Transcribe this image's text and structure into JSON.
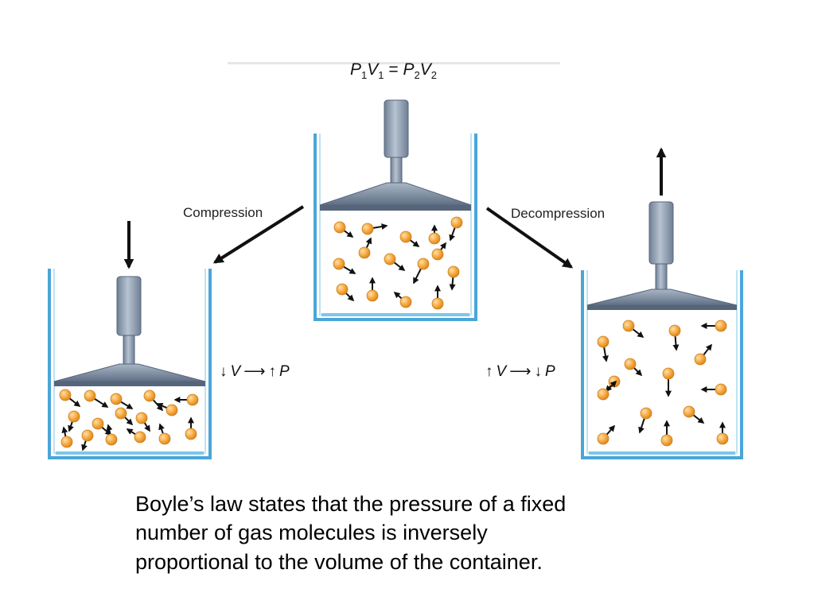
{
  "equation": {
    "p1": "P",
    "v1": "V",
    "eq": "=",
    "p2": "P",
    "v2": "V",
    "s1": "1",
    "s2": "1",
    "s3": "2",
    "s4": "2"
  },
  "labels": {
    "compression": "Compression",
    "decompression": "Decompression"
  },
  "relations": {
    "left": {
      "arrow1": "↓",
      "var1": "V",
      "arrow_mid": "⟶",
      "arrow2": "↑",
      "var2": "P"
    },
    "right": {
      "arrow1": "↑",
      "var1": "V",
      "arrow_mid": "⟶",
      "arrow2": "↓",
      "var2": "P"
    }
  },
  "caption": "Boyle’s law states that the pressure of a fixed\nnumber of  gas molecules is inversely\nproportional  to the volume of the container.",
  "colors": {
    "container": "#4aa6d8",
    "piston": "#8a9bb0",
    "molecule": "#f5a53a",
    "arrow": "#111111"
  }
}
